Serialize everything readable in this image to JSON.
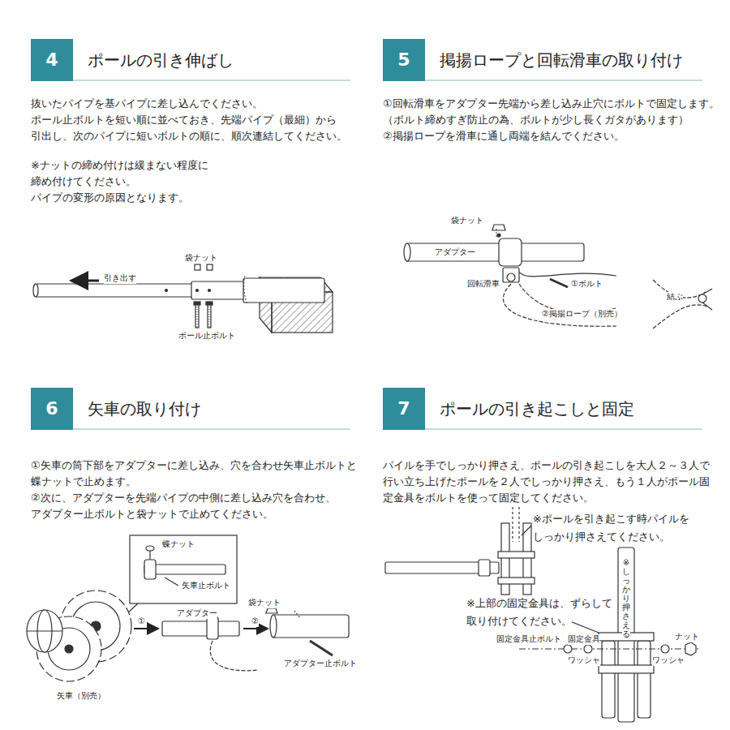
{
  "diagram": {
    "nodes": [
      {
        "text": [
          "4",
          "ポールの引き伸ばし"
        ]
      },
      {
        "text": [
          "5",
          "掲揚ロープと回転滑車の取り付け"
        ]
      },
      {
        "text": [
          "6",
          "矢車の取り付け"
        ]
      },
      {
        "text": [
          "7",
          "ポールの引き起こしと固定"
        ]
      }
    ],
    "labels": [
      "抜いたパイプを基パイプに差し込んでください。",
      "ポール止ボルトを短い順に並べておき、先端パイプ（最細）から",
      "引出し、次のパイプに短いボルトの順に、順次連結してください。",
      "※ナットの締め付けは緩まない程度に",
      "締め付けてください。",
      "パイプの変形の原因となります。",
      "引き出す",
      "袋ナット",
      "ポール止ボルト",
      "①回転滑車をアダプター先端から差し込み止穴にボルトで固定します。",
      "（ボルト締めすぎ防止の為、ボルトが少し長くガタがあります）",
      "②掲揚ロープを滑車に通し両端を結んでください。",
      "袋ナット",
      "アダプター",
      "回転滑車",
      "①ボルト",
      "②掲揚ロープ（別売）",
      "結ぶ",
      "①矢車の筒下部をアダプターに差し込み、穴を合わせ矢車止ボルトと",
      "蝶ナットで止めます。",
      "②次に、アダプターを先端パイプの中側に差し込み穴を合わせ、",
      "アダプター止ボルトと袋ナットで止めてください。",
      "蝶ナット",
      "矢車止ボルト",
      "①",
      "アダプター",
      "②",
      "袋ナット",
      "アダプター止ボルト",
      "矢車（別売）",
      "パイルを手でしっかり押さえ、ポールの引き起こしを大人２～３人で",
      "行い立ち上げたポールを２人でしっかり押さえ、もう１人がポール固",
      "定金具をボルトを使って固定してください。",
      "※ポールを引き起こす時パイルを",
      "しっかり押さえてください。",
      "※しっかり押さえる",
      "※上部の固定金具は、ずらして",
      "取り付けてください。",
      "固定金具止ボルト",
      "固定金具",
      "ナット",
      "ワッシャ",
      "ワッシャ"
    ]
  }
}
